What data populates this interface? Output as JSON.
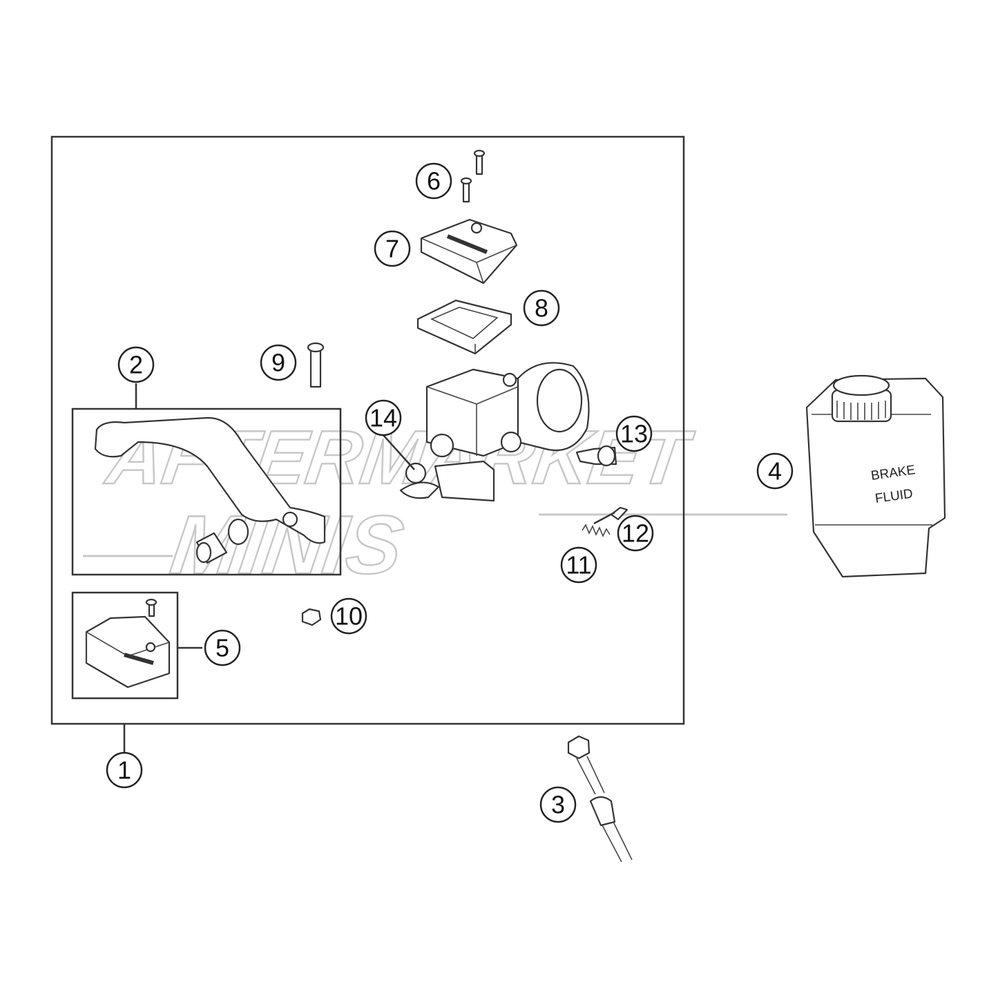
{
  "diagram": {
    "callouts": [
      {
        "id": "1",
        "label": "1"
      },
      {
        "id": "2",
        "label": "2"
      },
      {
        "id": "3",
        "label": "3"
      },
      {
        "id": "4",
        "label": "4"
      },
      {
        "id": "5",
        "label": "5"
      },
      {
        "id": "6",
        "label": "6"
      },
      {
        "id": "7",
        "label": "7"
      },
      {
        "id": "8",
        "label": "8"
      },
      {
        "id": "9",
        "label": "9"
      },
      {
        "id": "10",
        "label": "10"
      },
      {
        "id": "11",
        "label": "11"
      },
      {
        "id": "12",
        "label": "12"
      },
      {
        "id": "13",
        "label": "13"
      },
      {
        "id": "14",
        "label": "14"
      }
    ],
    "bottle_label": {
      "line1": "BRAKE",
      "line2": "FLUID"
    },
    "watermark": {
      "line1": "AFTERMARKET",
      "line2": "MINIS"
    }
  }
}
